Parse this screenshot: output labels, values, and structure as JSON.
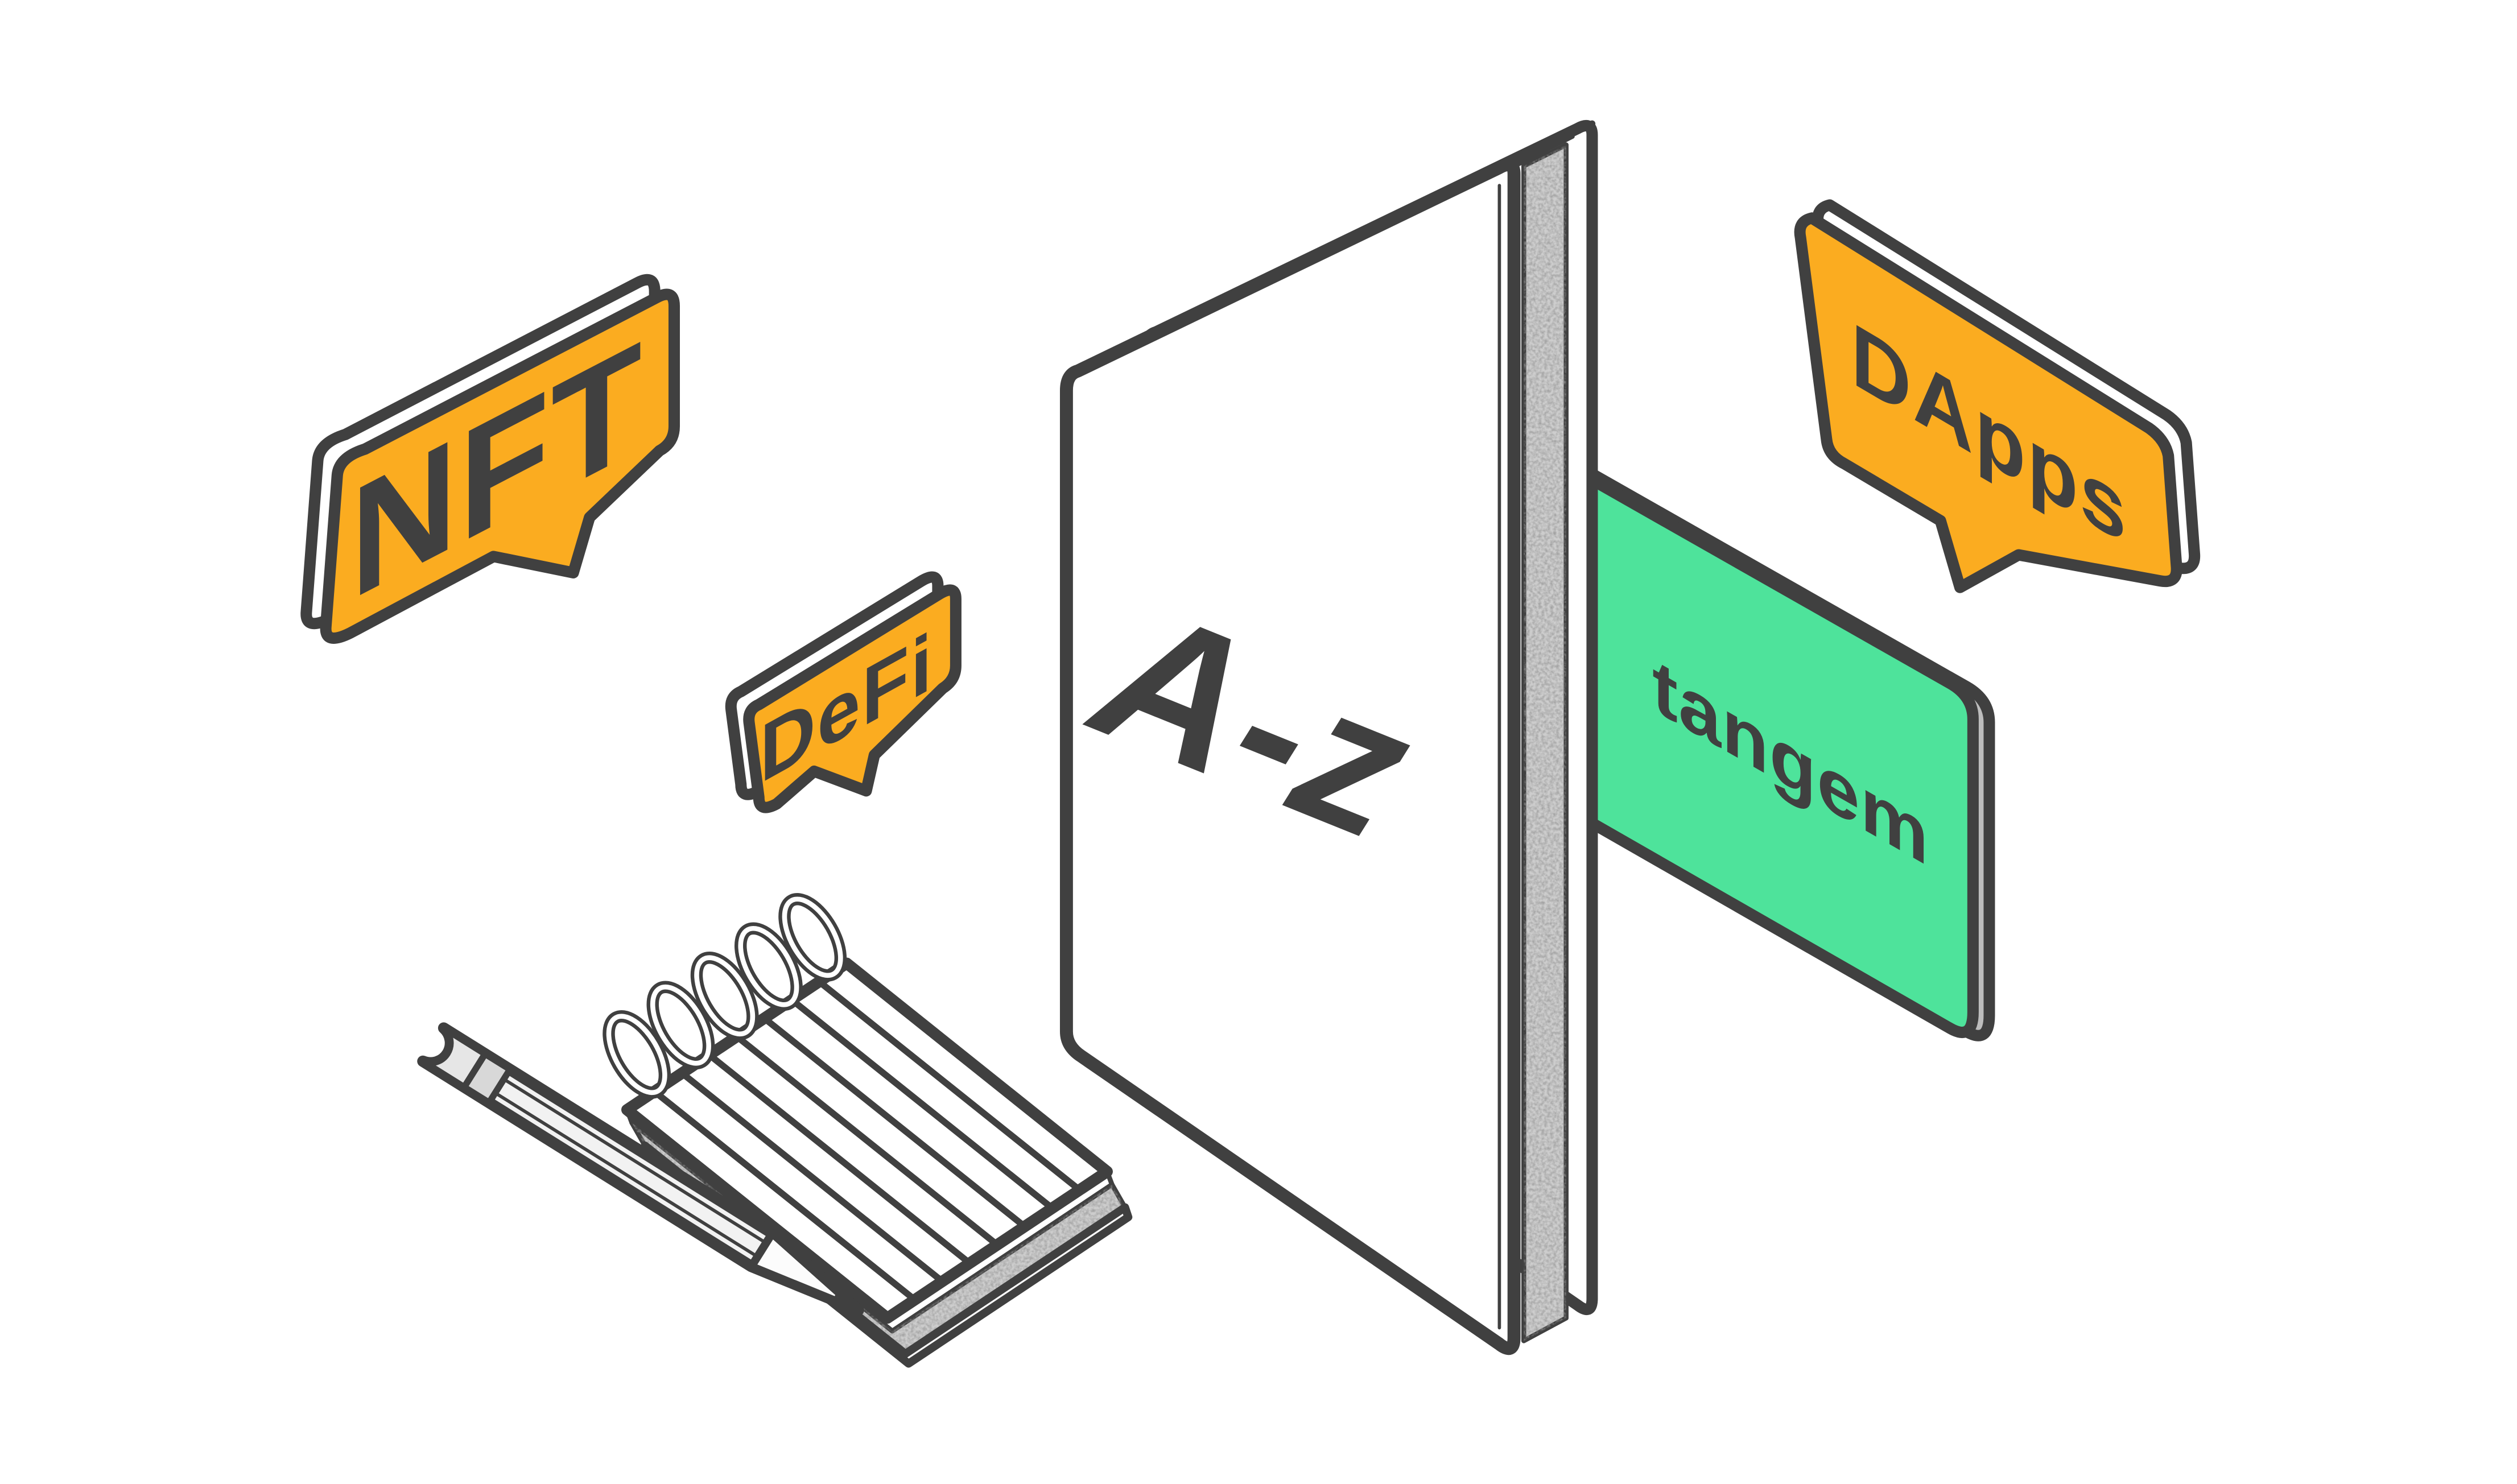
{
  "illustration": {
    "background": "#FFFFFF",
    "palette": {
      "bubble_orange": "#FBAC20",
      "card_green": "#4EE39B",
      "ink_dark": "#404040",
      "paper_white": "#FFFFFF",
      "page_edge_gray": "#CDCDCD"
    },
    "bubbles": [
      {
        "id": "nft",
        "label": "NFT"
      },
      {
        "id": "defi",
        "label": "DeFi"
      },
      {
        "id": "dapps",
        "label": "DApps"
      }
    ],
    "dictionary": {
      "cover_label": "A-z"
    },
    "brand_card": {
      "label": "tangem"
    }
  }
}
